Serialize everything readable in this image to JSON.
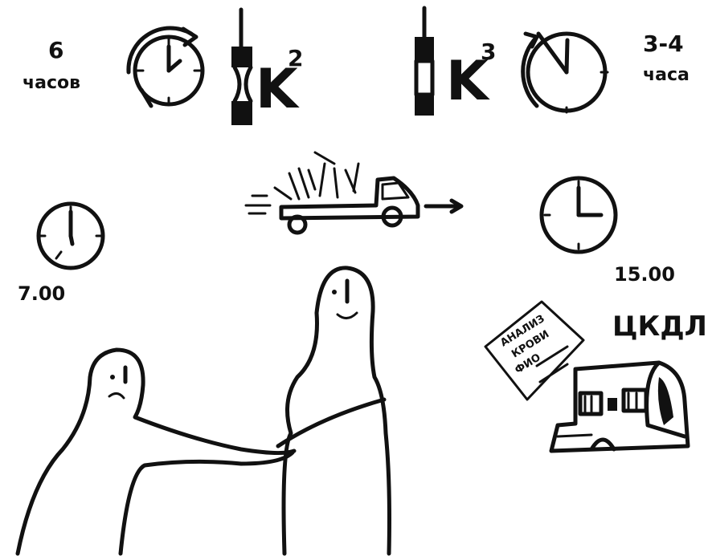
{
  "top_left": {
    "hours": "6",
    "unit": "часов",
    "power": "2"
  },
  "top_right": {
    "hours": "3-4",
    "unit": "часа",
    "power": "3"
  },
  "letter_k": "K",
  "time_start": "7.00",
  "time_end": "15.00",
  "document": {
    "line1": "АНАЛИЗ",
    "line2": "КРОВИ",
    "line3": "ФИО"
  },
  "lab_name": "ЦКДЛ"
}
